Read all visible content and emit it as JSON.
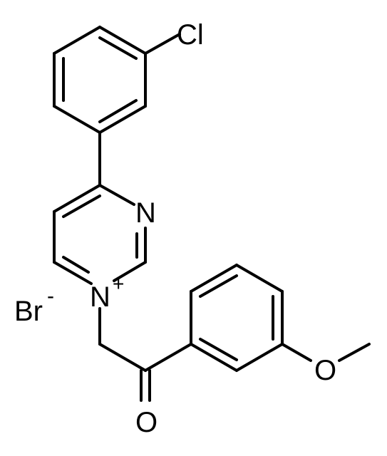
{
  "molecule": {
    "atoms": {
      "chlorine": "Cl",
      "nitrogen": "N",
      "nitrogen_cation": "N",
      "cation_charge": "+",
      "bromide": "Br",
      "bromide_charge": "-",
      "oxygen_carbonyl": "O",
      "oxygen_methoxy": "O"
    }
  },
  "colors": {
    "ink": "#000000",
    "background": "#ffffff"
  }
}
